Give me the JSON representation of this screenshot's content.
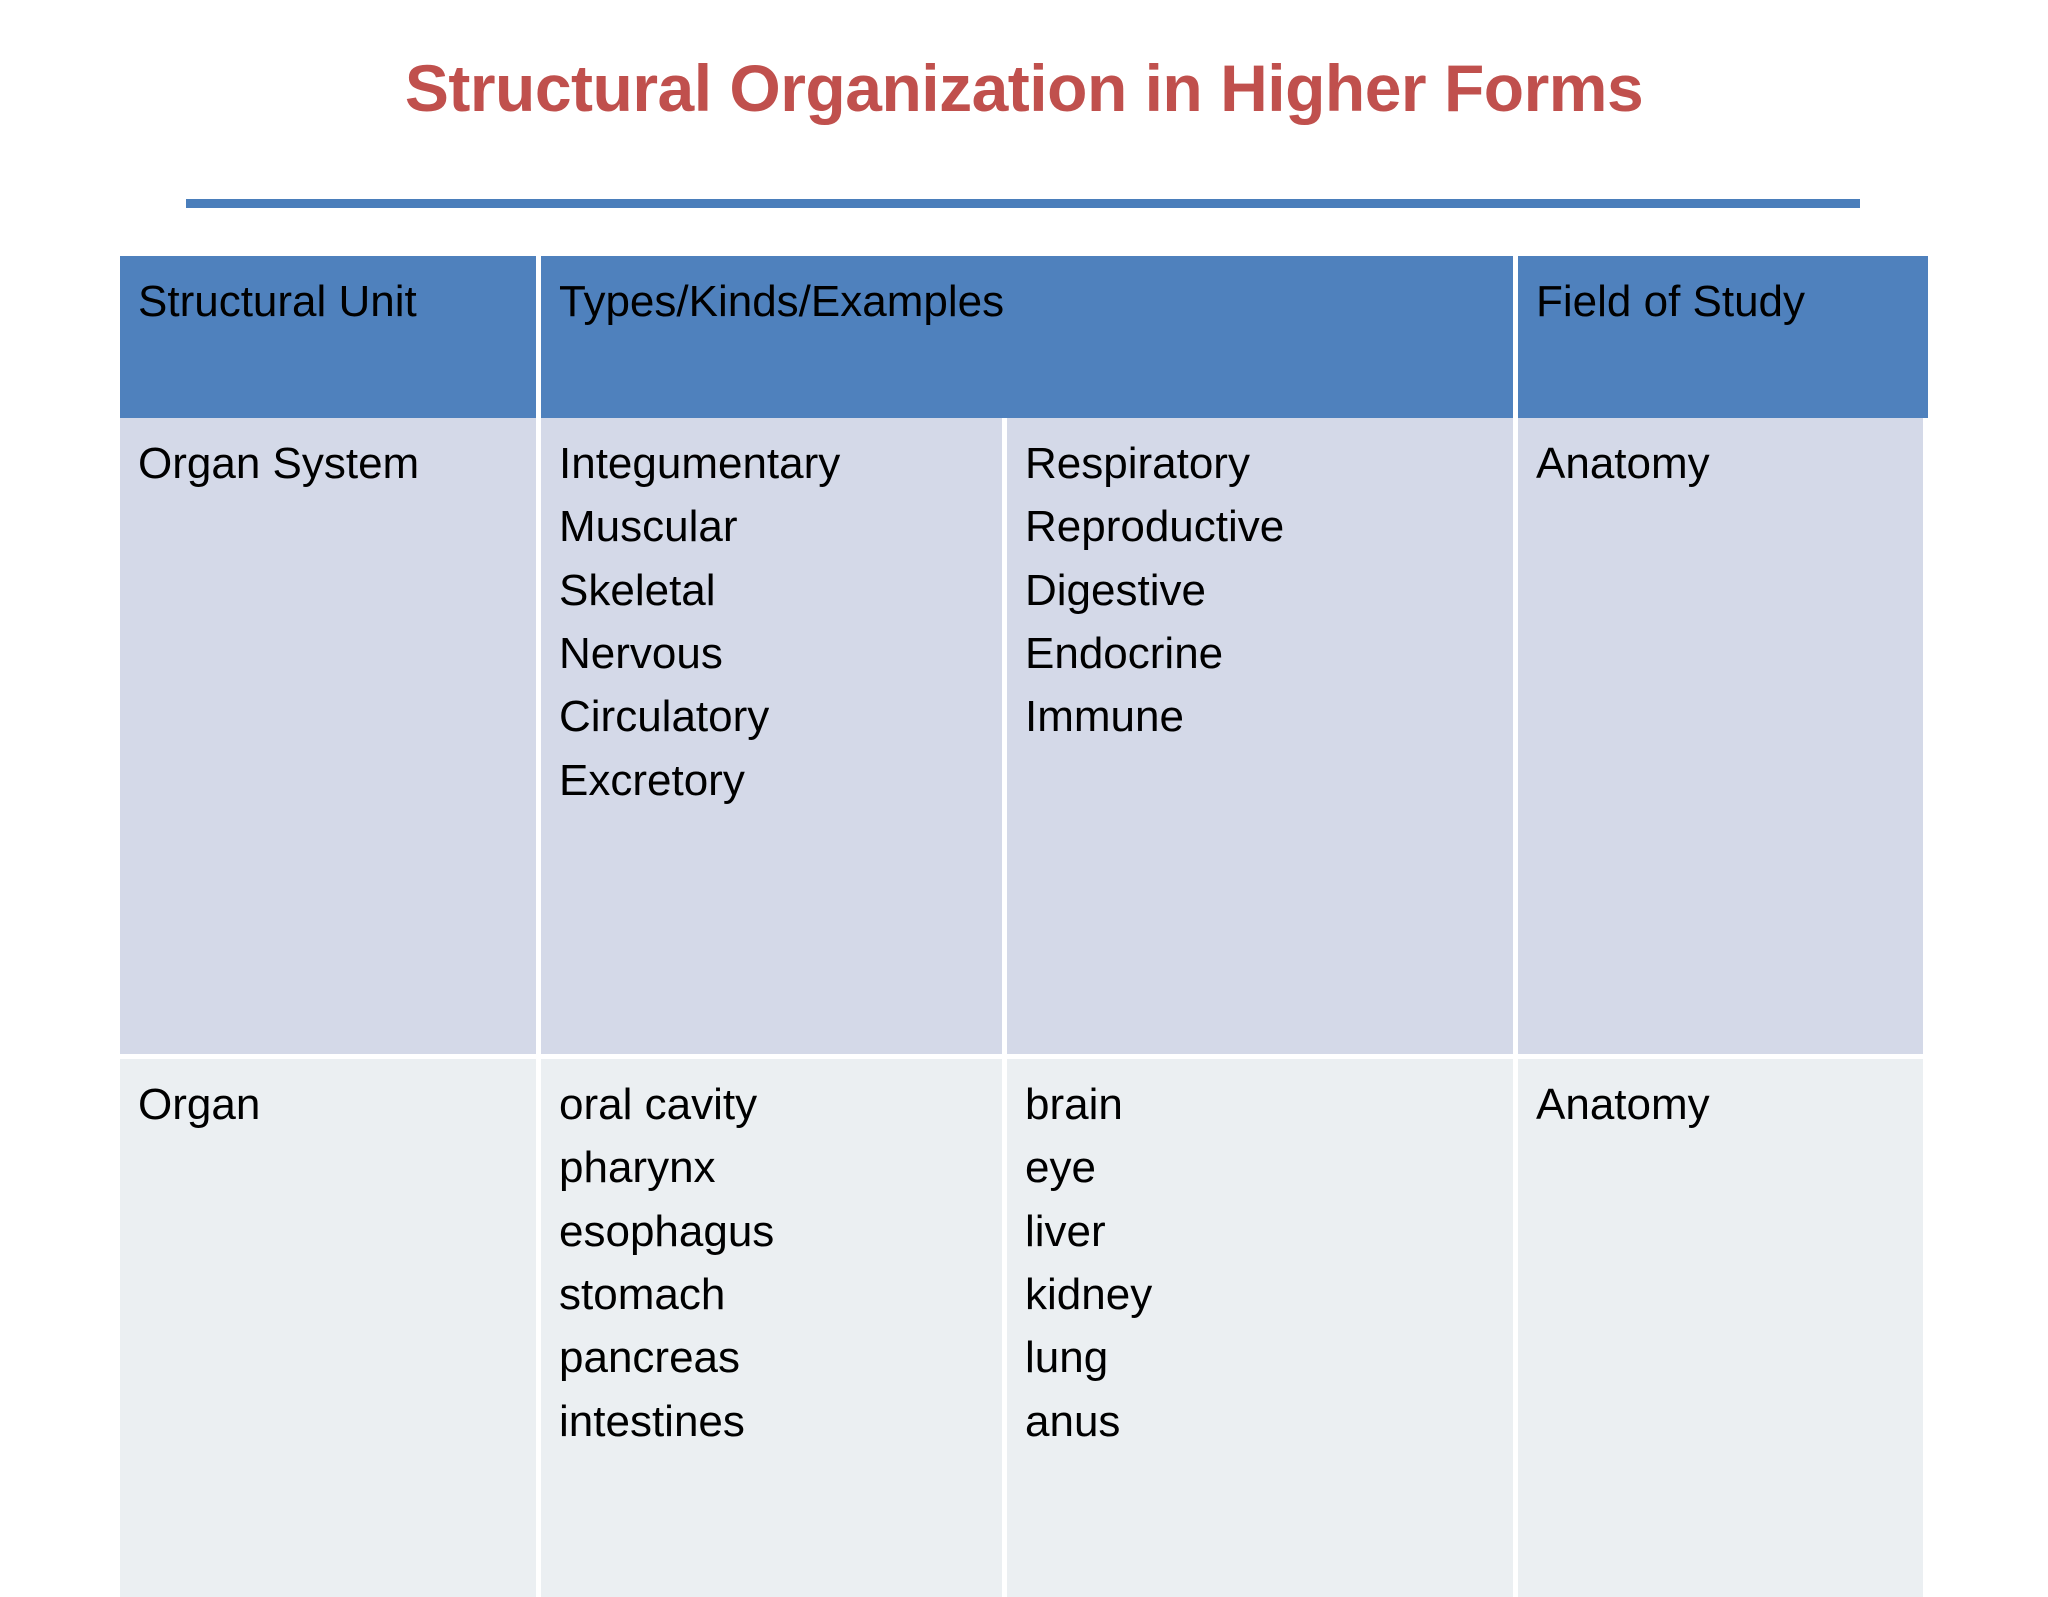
{
  "title": "Structural Organization in Higher Forms",
  "colors": {
    "title": "#C0504D",
    "rule": "#4A7EBB",
    "header_bg": "#4F81BD",
    "row1_bg": "#D4D9E8",
    "row2_bg": "#EBEFF2",
    "text": "#000000"
  },
  "table": {
    "headers": {
      "col1": "Structural Unit",
      "col2": "Types/Kinds/Examples",
      "col3": "",
      "col4": "Field of Study"
    },
    "rows": [
      {
        "unit": "Organ System",
        "examples_left": [
          "Integumentary",
          "Muscular",
          "Skeletal",
          "Nervous",
          "Circulatory",
          "Excretory"
        ],
        "examples_right": [
          "Respiratory",
          "Reproductive",
          "Digestive",
          "Endocrine",
          "Immune"
        ],
        "field_of_study": "Anatomy"
      },
      {
        "unit": "Organ",
        "examples_left": [
          "oral cavity",
          "pharynx",
          "esophagus",
          "stomach",
          "pancreas",
          "intestines"
        ],
        "examples_right": [
          "brain",
          "eye",
          "liver",
          "kidney",
          "lung",
          "anus"
        ],
        "field_of_study": "Anatomy"
      }
    ]
  }
}
